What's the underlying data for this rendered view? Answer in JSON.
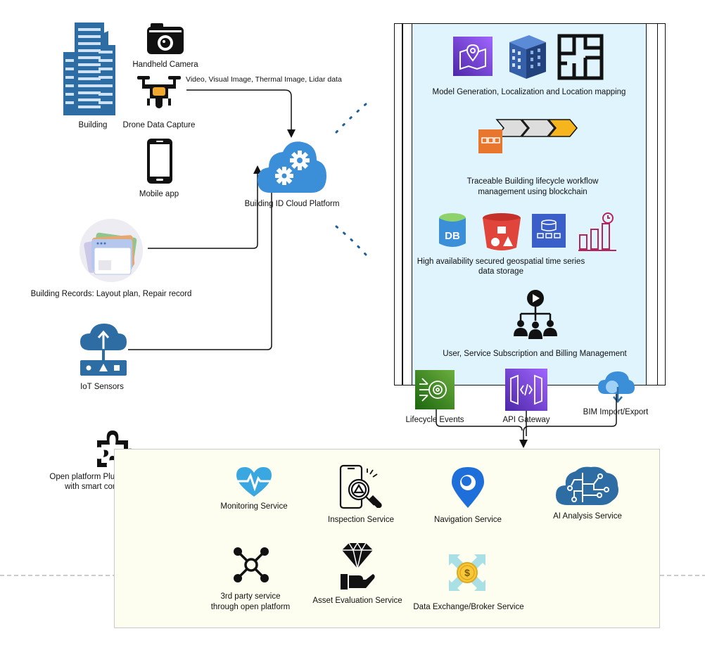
{
  "inputs": {
    "building": "Building",
    "handheld_camera": "Handheld Camera",
    "data_types": "Video, Visual Image, Thermal Image, Lidar data",
    "drone": "Drone Data Capture",
    "mobile_app": "Mobile app",
    "records": "Building Records: Layout plan, Repair record",
    "iot": "IoT Sensors"
  },
  "platform": {
    "title": "Building ID Cloud Platform"
  },
  "cloud_features": {
    "model_generation": "Model Generation, Localization and Location mapping",
    "workflow_line1": "Traceable Building lifecycle workflow",
    "workflow_line2": "management using blockchain",
    "storage_line1": "High availability secured geospatial time series",
    "storage_line2": "data storage",
    "billing": "User, Service Subscription and Billing Management"
  },
  "interfaces": {
    "lifecycle_events": "Lifecycle Events",
    "api_gateway": "API Gateway",
    "bim": "BIM Import/Export"
  },
  "open_platform": {
    "line1": "Open platform Pluggable Architecture",
    "line2": "with smart contract capability"
  },
  "services": {
    "monitoring": "Monitoring Service",
    "inspection": "Inspection Service",
    "navigation": "Navigation Service",
    "ai_analysis": "AI Analysis Service",
    "third_party_line1": "3rd party service",
    "third_party_line2": "through open platform",
    "asset_evaluation": "Asset Evaluation Service",
    "data_exchange": "Data Exchange/Broker Service"
  },
  "colors": {
    "building_blue": "#2e6da4",
    "cloud_blue": "#3b8fd8",
    "panel_fill": "#dff4fc",
    "services_fill": "#fdfdf0",
    "aws_purple": "#7b4fe0",
    "aws_green": "#3f8624",
    "aws_red": "#e0443b",
    "aws_orange": "#e8762d"
  }
}
